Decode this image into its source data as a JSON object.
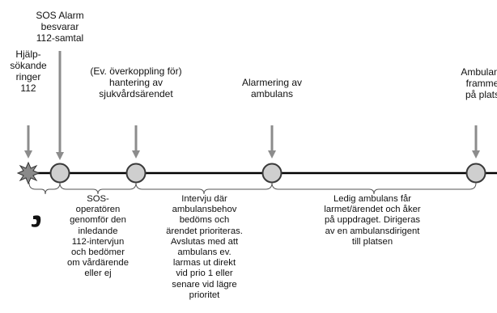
{
  "events": [
    {
      "id": "caller",
      "label": "Hjälp-\nsökande\nringer\n112"
    },
    {
      "id": "sos-answers",
      "label": "SOS Alarm\nbesvarar\n112-samtal"
    },
    {
      "id": "transfer",
      "label": "(Ev. överkoppling för)\nhantering av\nsjukvårdsärendet"
    },
    {
      "id": "dispatch",
      "label": "Alarmering av\nambulans"
    },
    {
      "id": "arrival",
      "label": "Ambulans\nframme\npå plats"
    }
  ],
  "phases": [
    {
      "id": "operator",
      "text": "SOS-\noperatören\ngenomför den\ninledande\n112-intervjun\noch bedömer\nom vårdärende\neller ej"
    },
    {
      "id": "interview",
      "text": "Intervju där\nambulansbehov\nbedöms och\närendet prioriteras.\nAvslutas med att\nambulans ev.\nlarmas ut direkt\nvid prio 1 eller\nsenare vid lägre\nprioritet"
    },
    {
      "id": "ambulance",
      "text": "Ledig ambulans får\nlarmet/ärendet och åker\npå uppdraget. Dirigeras\nav en ambulansdirigent\ntill platsen"
    }
  ],
  "icons": {
    "phone": "phone-handset-icon",
    "burst": "call-burst-icon"
  }
}
